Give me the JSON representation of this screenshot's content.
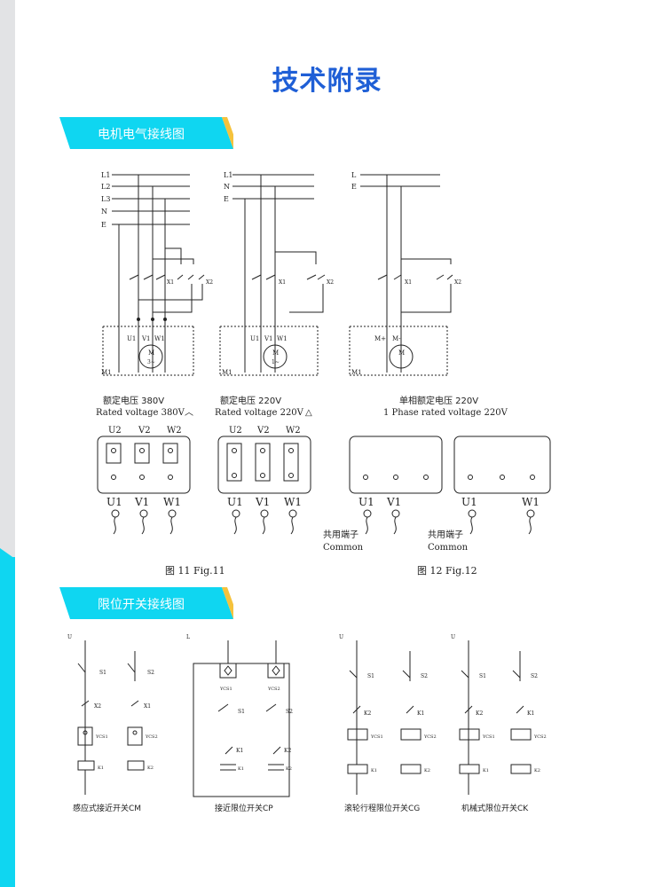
{
  "page": {
    "title": "技术附录",
    "colors": {
      "title": "#1f5fd6",
      "accent_cyan": "#0fd6f1",
      "accent_yellow": "#f5c23c",
      "sidebar_grey": "#e2e3e5"
    }
  },
  "sections": {
    "motor": {
      "label": "电机电气接线图"
    },
    "limit": {
      "label": "限位开关接线图"
    }
  },
  "motor_diagrams": {
    "d1": {
      "lines": [
        "L1",
        "L2",
        "L3",
        "N",
        "E"
      ],
      "contacts": [
        "X1",
        "X2"
      ],
      "terminals": [
        "U1",
        "V1",
        "W1"
      ],
      "motor_label": "M",
      "motor_sub": "3~",
      "frame": "M1"
    },
    "d2": {
      "lines": [
        "L1",
        "N",
        "E"
      ],
      "contacts": [
        "X1",
        "X2"
      ],
      "terminals": [
        "U1",
        "V1",
        "W1"
      ],
      "motor_label": "M",
      "motor_sub": "1~",
      "frame": "M1"
    },
    "d3": {
      "lines": [
        "L",
        "E"
      ],
      "contacts": [
        "X1",
        "X2"
      ],
      "terminals": [
        "M+",
        "M-"
      ],
      "motor_label": "M",
      "frame": "M1"
    }
  },
  "ratings": {
    "r1": {
      "zh": "额定电压 380V",
      "en": "Rated voltage 380V",
      "symbol": "︿"
    },
    "r2": {
      "zh": "额定电压 220V",
      "en": "Rated voltage 220V",
      "symbol": "△"
    },
    "r3": {
      "zh": "单相额定电压 220V",
      "en": "1 Phase rated voltage 220V"
    }
  },
  "terminal_boxes": {
    "top_labels": [
      "U2",
      "V2",
      "W2"
    ],
    "bottom_labels": [
      "U1",
      "V1",
      "W1"
    ],
    "single_a": [
      "U1",
      "V1"
    ],
    "single_b": [
      "U1",
      "W1"
    ],
    "common_zh": "共用端子",
    "common_en": "Common"
  },
  "figures": {
    "fig11": "图 11 Fig.11",
    "fig12": "图 12 Fig.12"
  },
  "limit_diagrams": {
    "items": [
      {
        "caption": "感应式接近开关CM",
        "top": "U",
        "sw1": "S1",
        "sw2": "S2",
        "sub1": "X2",
        "sub2": "X1",
        "relay1": "YCS1",
        "relay2": "YCS2",
        "ks1": "K1",
        "ks2": "K2"
      },
      {
        "caption": "接近限位开关CP",
        "top": "L",
        "sw1": "S1",
        "sw2": "S2",
        "sub1": "K1",
        "sub2": "K2",
        "relay1": "YCS1",
        "relay2": "YCS2",
        "ks1": "K1",
        "ks2": "K2"
      },
      {
        "caption": "滚轮行程限位开关CG",
        "top": "U",
        "sw1": "S1",
        "sw2": "S2",
        "sub1": "K2",
        "sub2": "K1",
        "relay1": "YCS1",
        "relay2": "YCS2",
        "ks1": "K1",
        "ks2": "K2"
      },
      {
        "caption": "机械式限位开关CK",
        "top": "U",
        "sw1": "S1",
        "sw2": "S2",
        "sub1": "K2",
        "sub2": "K1",
        "relay1": "YCS1",
        "relay2": "YCS2",
        "ks1": "K1",
        "ks2": "K2"
      }
    ]
  }
}
